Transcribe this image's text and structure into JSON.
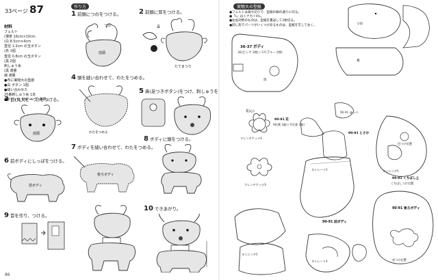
{
  "left_page": {
    "header": {
      "page_label": "33ページ",
      "page_number": "87"
    },
    "materials": {
      "title": "材料",
      "items": [
        "フェルト",
        "(薄茶 16cm×10cm",
        "(白 8.5cm×4cm",
        "直径 1.2cm の玉ボタン",
        "(赤 1個",
        "直径 0.8cm の玉ボタン",
        "(黒 2個",
        "刺しゅう糸",
        "(黒 適量",
        "綿 適量",
        "●布に実物大の型紙",
        "●白 ボタン 1個",
        "●縫い合わせた",
        "25番刺しゅう糸 1本",
        "●ボディは 100 ページ参照。"
      ],
      "note": "鼻にリボン(赤)"
    },
    "steps": [
      {
        "num": "1",
        "text": "前頭につのをつける。",
        "tag": "作り方"
      },
      {
        "num": "2",
        "text": "前頭に耳をつける。"
      },
      {
        "num": "3",
        "text": "目(丸大ビーズ)をつける。"
      },
      {
        "num": "4",
        "text": "頭を縫い合わせて、わたをつめる。"
      },
      {
        "num": "5",
        "text": "鼻(足つきボタン)をつけ、刺しゅうをする。"
      },
      {
        "num": "6",
        "text": "前ボディにしっぽをつける。"
      },
      {
        "num": "7",
        "text": "ボディを縫い合わせて、わたをつめる。"
      },
      {
        "num": "8",
        "text": "ボディに頭をつける。"
      },
      {
        "num": "9",
        "text": "首を作り、つける。"
      },
      {
        "num": "10",
        "text": "できあがり。"
      }
    ],
    "figure_labels": {
      "mae_atama": "前頭",
      "tsuno": "つの",
      "mimi": "耳",
      "tatematsuri": "たてまつり",
      "mae_body": "前ボディ",
      "ushiro_body": "後ろボディ",
      "watamono": "わたをつめる"
    },
    "footer": {
      "page_number": "86"
    }
  },
  "right_page": {
    "tag": "実物大の型紙",
    "notes": [
      "●フェルトは裁ち切りで、型紙の線の通りに切る。",
      "●「L」はトナカイのL。",
      "●左右対称のものは、型紙を裏返して2枚切る。",
      "●同じ形でパーツがいくつかあるものは、型紙を写しておく。"
    ],
    "pattern_labels": {
      "body_36_37": "36-37 ボディ",
      "body_36_37_colors": "36(ピンク 2枚) / 37(ブルー 2枚)",
      "tsuno": "つの",
      "mimi": "耳",
      "hana": "花(心)",
      "hana_90_91": "90-91 花",
      "hana_90_91_colors": "90(黄 3枚) / 91(青 2枚)",
      "hoppe": "90-91 ほっぺ",
      "tosaka": "90-91 とさか",
      "kuchibashi": "90-91 くちばし上",
      "mae_body_90_91": "90-91 前ボディ",
      "ushiro_body_90_91": "90-91 後ろボディ",
      "me": "目",
      "straight_5": "ストレート5",
      "straight_4": "ストレート4",
      "running": "ランニング5",
      "hana_tsuke": "花つけ位置",
      "me_tsuke": "目つけ位置",
      "kuchibashi_tsuke": "くちばしつけ位置",
      "french_knot": "フレンチナッツS"
    }
  }
}
